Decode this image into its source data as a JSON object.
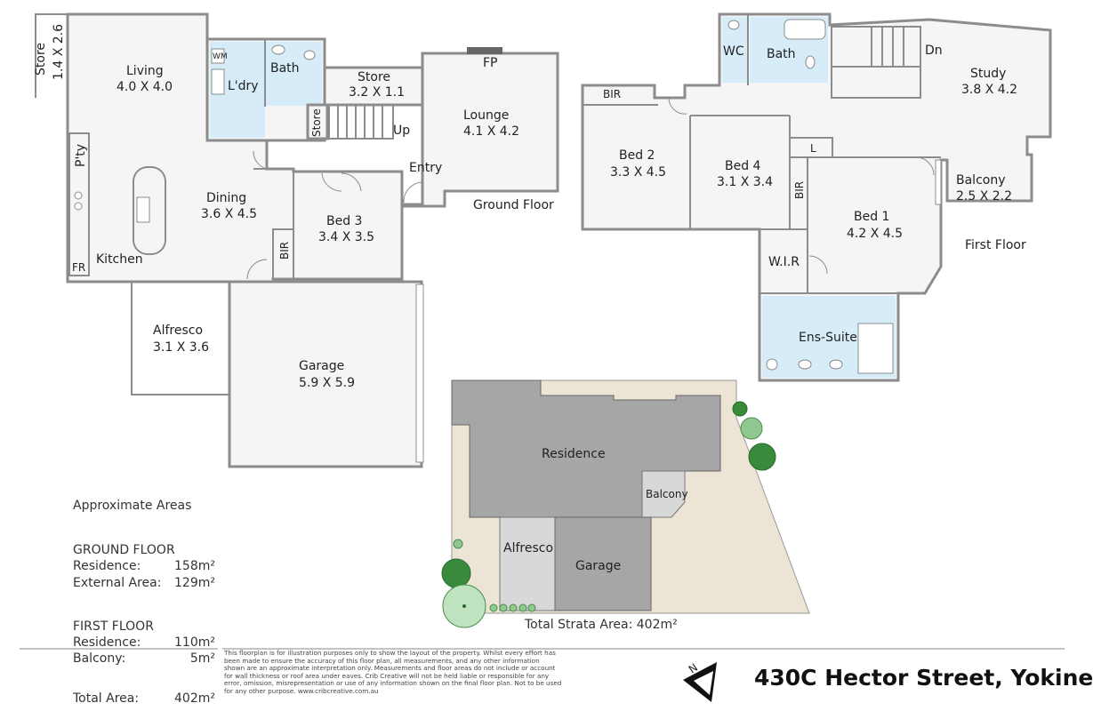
{
  "address": "430C Hector Street, Yokine",
  "floor_labels": {
    "ground": "Ground Floor",
    "first": "First Floor"
  },
  "ground_rooms": {
    "store_a": {
      "name": "Store",
      "dims": "1.4 X 2.6"
    },
    "living": {
      "name": "Living",
      "dims": "4.0 X 4.0"
    },
    "laundry": {
      "name": "L'dry"
    },
    "wm": {
      "name": "WM"
    },
    "bath": {
      "name": "Bath"
    },
    "store_b": {
      "name": "Store",
      "dims": "3.2 X 1.1"
    },
    "store_c": {
      "name": "Store"
    },
    "up": {
      "name": "Up"
    },
    "fp": {
      "name": "FP"
    },
    "lounge": {
      "name": "Lounge",
      "dims": "4.1 X 4.2"
    },
    "pantry": {
      "name": "P'ty"
    },
    "dining": {
      "name": "Dining",
      "dims": "3.6 X 4.5"
    },
    "entry": {
      "name": "Entry"
    },
    "bed3": {
      "name": "Bed 3",
      "dims": "3.4 X 3.5"
    },
    "bir": {
      "name": "BIR"
    },
    "kitchen": {
      "name": "Kitchen"
    },
    "fr": {
      "name": "FR"
    },
    "alfresco": {
      "name": "Alfresco",
      "dims": "3.1 X 3.6"
    },
    "garage": {
      "name": "Garage",
      "dims": "5.9 X 5.9"
    }
  },
  "first_rooms": {
    "wc": {
      "name": "WC"
    },
    "bath": {
      "name": "Bath"
    },
    "dn": {
      "name": "Dn"
    },
    "study": {
      "name": "Study",
      "dims": "3.8 X 4.2"
    },
    "bir_a": {
      "name": "BIR"
    },
    "bed2": {
      "name": "Bed 2",
      "dims": "3.3 X 4.5"
    },
    "bed4": {
      "name": "Bed 4",
      "dims": "3.1 X 3.4"
    },
    "linen": {
      "name": "L"
    },
    "bir_b": {
      "name": "BIR"
    },
    "balcony": {
      "name": "Balcony",
      "dims": "2.5 X 2.2"
    },
    "bed1": {
      "name": "Bed 1",
      "dims": "4.2 X 4.5"
    },
    "wir": {
      "name": "W.I.R"
    },
    "ensuite": {
      "name": "Ens-Suite"
    }
  },
  "site_plan": {
    "residence": "Residence",
    "balcony": "Balcony",
    "alfresco": "Alfresco",
    "garage": "Garage",
    "total_strata": "Total Strata Area: 402m²"
  },
  "areas": {
    "title": "Approximate Areas",
    "ground_floor_title": "GROUND FLOOR",
    "ground_residence_label": "Residence:",
    "ground_residence_value": "158m²",
    "ground_external_label": "External Area:",
    "ground_external_value": "129m²",
    "first_floor_title": "FIRST FLOOR",
    "first_residence_label": "Residence:",
    "first_residence_value": "110m²",
    "first_balcony_label": "Balcony:",
    "first_balcony_value": "5m²",
    "total_label": "Total Area:",
    "total_value": "402m²"
  },
  "disclaimer": "This floorplan is for illustration purposes only to show the layout of the property. Whilst every effort has been made to ensure the accuracy of this floor plan, all measurements, and any other information shown are an approximate interpretation only. Measurements and floor areas do not include or account for wall thickness or roof area under eaves. Crib Creative will not be held liable or responsible for any error, omission, misrepresentation or use of any information shown on the final floor plan. Not to be used for any other purpose. www.cribcreative.com.au",
  "north_label": "N",
  "colors": {
    "wall": "#8c8c8c",
    "wet_area": "#d6ecf8",
    "site": "#ece4d4",
    "building": "#a6a6a6"
  }
}
